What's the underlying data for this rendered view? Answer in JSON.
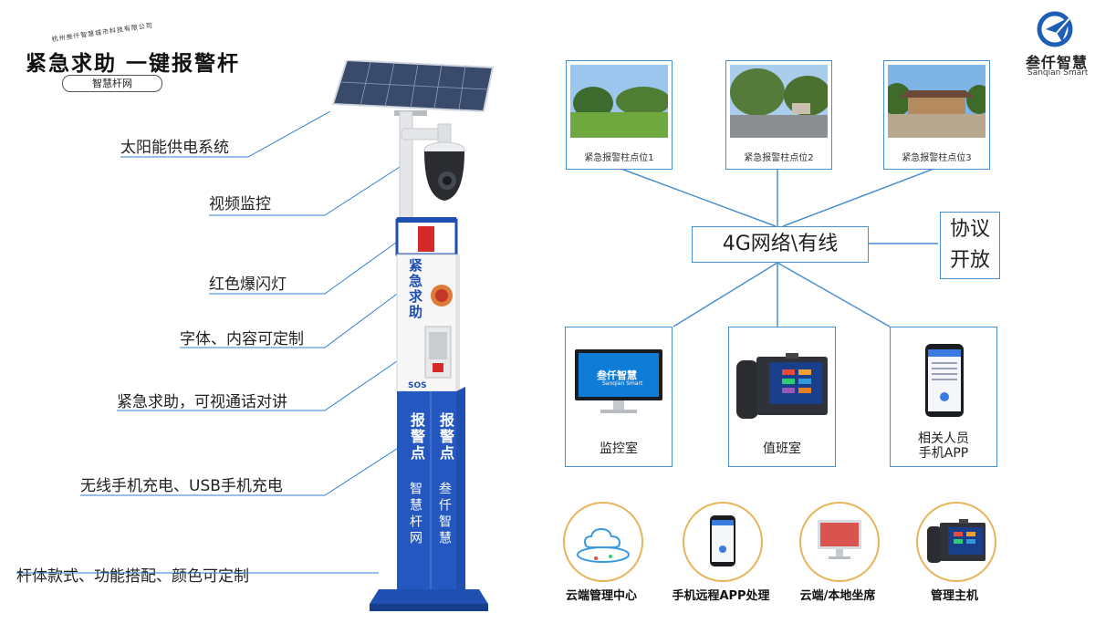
{
  "header": {
    "company": "杭州叁仟智慧城市科技有限公司",
    "title": "紧急求助 一键报警杆",
    "subtitle": "智慧杆网"
  },
  "brand": {
    "icon": "brand-logo-icon",
    "name_cn": "叁仟智慧",
    "name_en": "Sanqian Smart"
  },
  "features": [
    "太阳能供电系统",
    "视频监控",
    "红色爆闪灯",
    "字体、内容可定制",
    "紧急求助，可视通话对讲",
    "无线手机充电、USB手机充电",
    "杆体款式、功能搭配、颜色可定制"
  ],
  "pole": {
    "top_text": "紧急求助",
    "sos": "SOS",
    "left_big": "报警点",
    "right_big": "报警点",
    "left_small": "智慧杆网",
    "right_small": "叁仟智慧"
  },
  "sites": [
    {
      "caption": "紧急报警柱点位1"
    },
    {
      "caption": "紧急报警柱点位2"
    },
    {
      "caption": "紧急报警柱点位3"
    }
  ],
  "network": {
    "label": "4G网络\\有线"
  },
  "protocol": {
    "label": "协议开放"
  },
  "devices": [
    {
      "caption": "监控室",
      "screen_brand": "叁仟智慧",
      "screen_en": "Sanqian Smart"
    },
    {
      "caption": "值班室"
    },
    {
      "caption": "相关人员\n手机APP"
    }
  ],
  "platforms": [
    {
      "caption": "云端管理中心"
    },
    {
      "caption": "手机远程APP处理"
    },
    {
      "caption": "云端/本地坐席"
    },
    {
      "caption": "管理主机"
    }
  ],
  "colors": {
    "accent": "#2f7fd0",
    "pole_blue": "#1f4fb0",
    "ring": "#e8b35a"
  }
}
